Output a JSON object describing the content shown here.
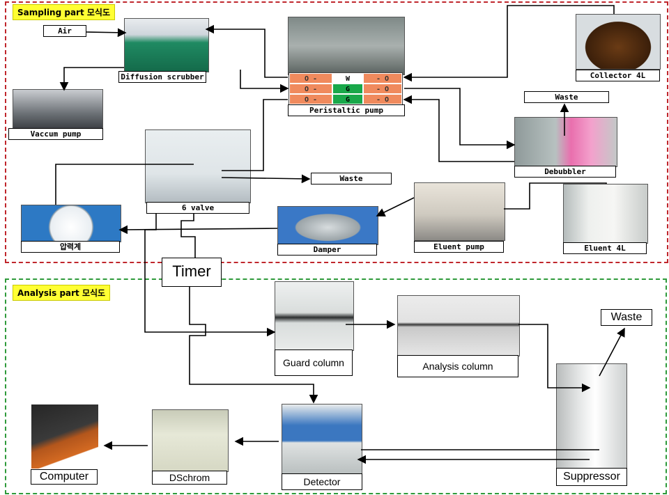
{
  "sections": {
    "sampling_title": "Sampling part 모식도",
    "analysis_title": "Analysis part 모식도"
  },
  "sampling": {
    "air": "Air",
    "diffusion_scrubber": "Diffusion scrubber",
    "vaccum_pump": "Vaccum pump",
    "peristaltic_pump": "Peristaltic pump",
    "pump_rows": [
      [
        "O -",
        "W",
        "- O"
      ],
      [
        "O -",
        "G",
        "- O"
      ],
      [
        "O -",
        "G",
        "- O"
      ]
    ],
    "collector": "Collector 4L",
    "waste_top": "Waste",
    "debubbler": "Debubbler",
    "six_valve": "6 valve",
    "waste_mid": "Waste",
    "pressure_gauge": "압력계",
    "damper": "Damper",
    "eluent_pump": "Eluent pump",
    "eluent": "Eluent 4L"
  },
  "timer": "Timer",
  "analysis": {
    "guard_column": "Guard column",
    "analysis_column": "Analysis column",
    "waste": "Waste",
    "suppressor": "Suppressor",
    "detector": "Detector",
    "dschrom": "DSchrom",
    "computer": "Computer"
  },
  "colors": {
    "sampling_border": "#c0262c",
    "analysis_border": "#2e9a3a",
    "section_title_bg": "#ffff33",
    "pump_port": "#f08a5d",
    "pump_green": "#19a84a"
  }
}
